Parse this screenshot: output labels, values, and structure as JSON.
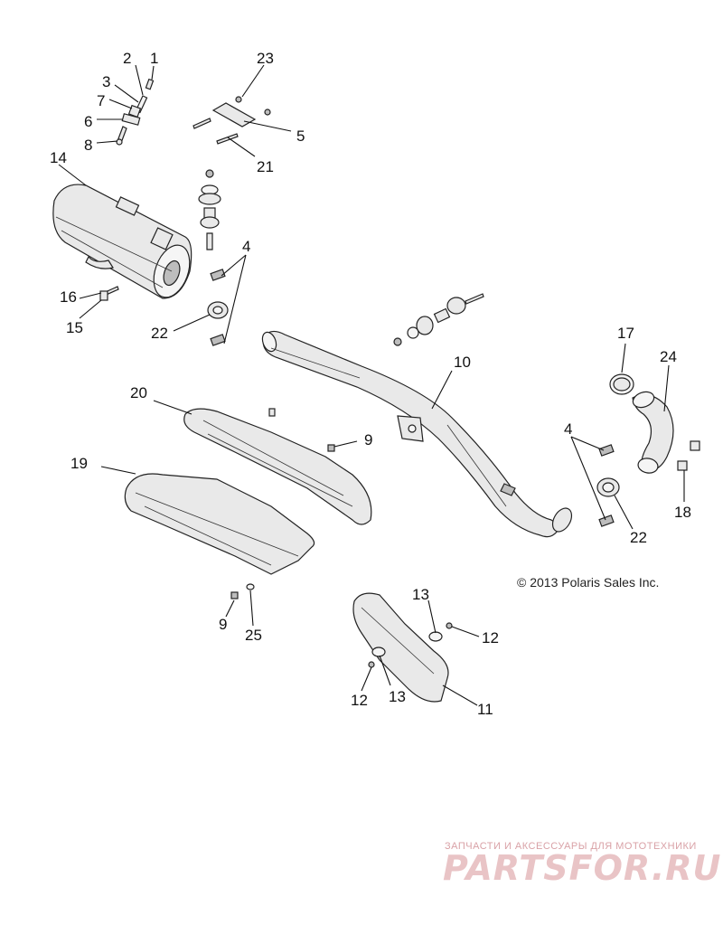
{
  "diagram": {
    "callouts": {
      "c1": "1",
      "c2": "2",
      "c3": "3",
      "c4a": "4",
      "c4b": "4",
      "c5": "5",
      "c6": "6",
      "c7": "7",
      "c8": "8",
      "c9a": "9",
      "c9b": "9",
      "c10": "10",
      "c11": "11",
      "c12a": "12",
      "c12b": "12",
      "c13a": "13",
      "c13b": "13",
      "c14": "14",
      "c15": "15",
      "c16": "16",
      "c17": "17",
      "c18": "18",
      "c19": "19",
      "c20": "20",
      "c21": "21",
      "c22a": "22",
      "c22b": "22",
      "c23": "23",
      "c24": "24",
      "c25": "25"
    },
    "copyright": "© 2013 Polaris Sales Inc."
  },
  "watermark": {
    "tagline": "ЗАПЧАСТИ И АКСЕССУАРЫ ДЛЯ МОТОТЕХНИКИ",
    "logo": "PARTSFOR.RU"
  }
}
